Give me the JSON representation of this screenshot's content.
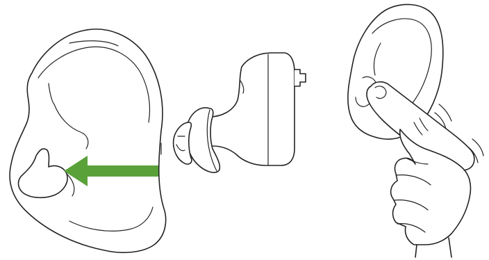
{
  "figure": {
    "panels": [
      {
        "id": "ear-with-arrow",
        "icon": "ear-icon"
      },
      {
        "id": "hearing-device",
        "icon": "in-ear-device-icon"
      },
      {
        "id": "finger-pressing-ear",
        "icon": "hand-ear-icon"
      }
    ],
    "arrow_color": "#5aa13a",
    "line_color": "#222222"
  }
}
